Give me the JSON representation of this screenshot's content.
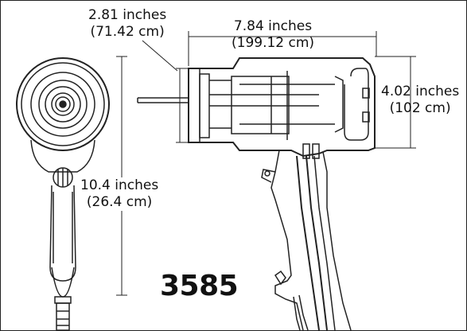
{
  "dimensions": {
    "depth": {
      "imperial": "2.81 inches",
      "metric": "(71.42 cm)"
    },
    "length": {
      "imperial": "7.84 inches",
      "metric": "(199.12 cm)"
    },
    "head_height": {
      "imperial": "4.02 inches",
      "metric": "(102 cm)"
    },
    "tool_height": {
      "imperial": "10.4 inches",
      "metric": "(26.4 cm)"
    }
  },
  "model_number": "3585",
  "icons": {
    "front_view": "tool-front-view-drawing",
    "side_view": "tool-side-view-drawing"
  }
}
